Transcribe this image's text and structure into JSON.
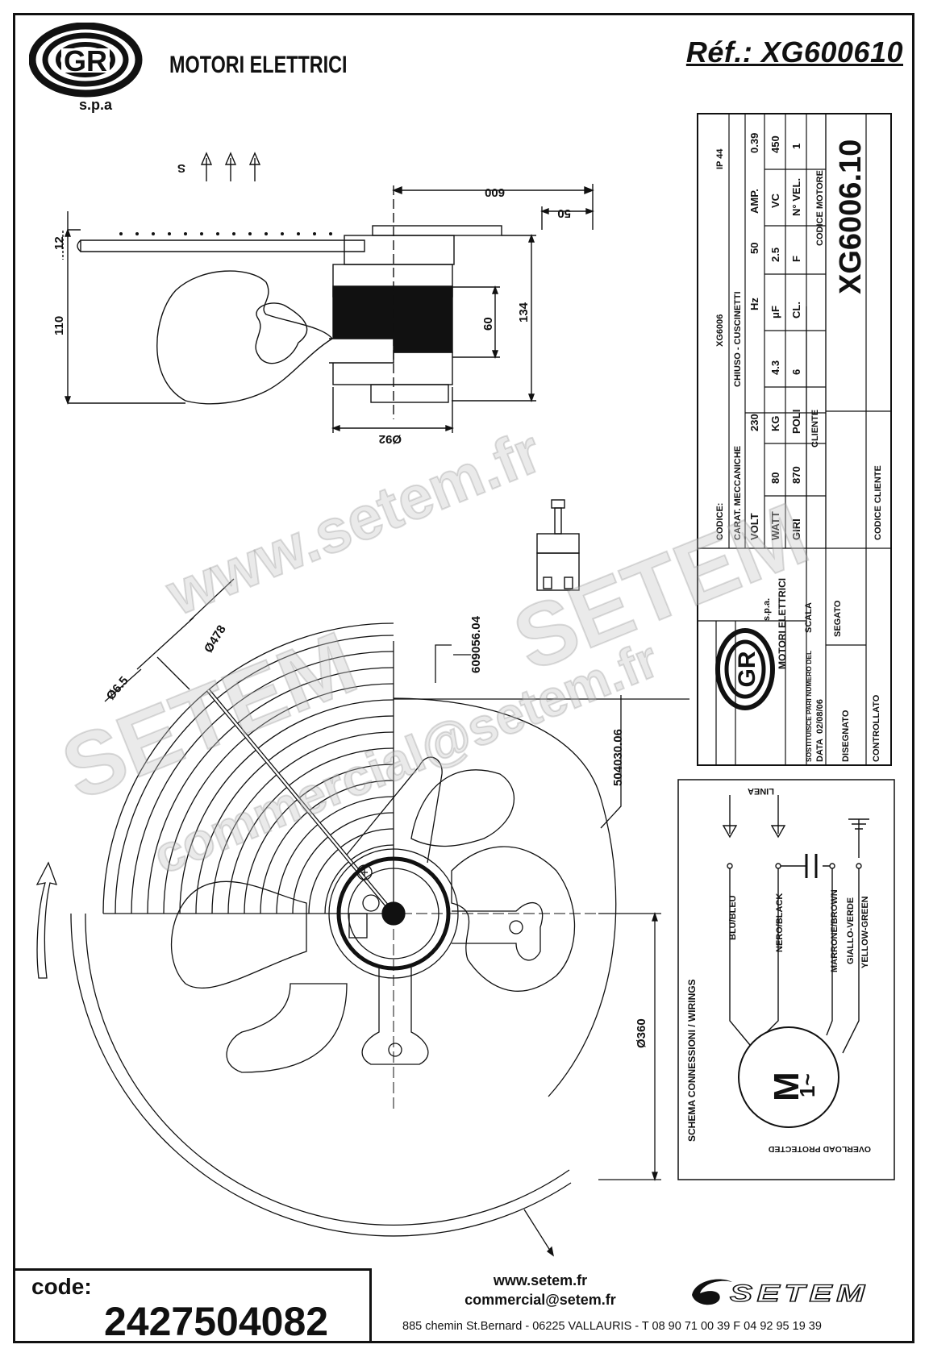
{
  "header": {
    "brand_name": "MOTORI ELETTRICI",
    "brand_suffix": "s.p.a",
    "logo_letters": "GR",
    "reference": "Réf.: XG600610"
  },
  "side_view": {
    "airflow_label": "S",
    "dim_600": "600",
    "dim_50": "50",
    "dim_12": "12",
    "dim_110": "110",
    "dim_60": "60",
    "dim_134": "134",
    "dim_92": "Ø92"
  },
  "front_view": {
    "dim_478": "Ø478",
    "dim_6_5": "Ø6.5",
    "grille_code": "609056.04",
    "blade_code": "504030.06",
    "dim_360": "Ø360"
  },
  "spec_table": {
    "codice_label": "CODICE:",
    "codice_value": "XG6006",
    "carat_label": "CARAT. MECCANICHE",
    "carat_value": "CHIUSO - CUSCINETTI",
    "ip": "IP 44",
    "rows": [
      {
        "c1": "VOLT",
        "v1": "230",
        "c2": "Hz",
        "v2": "50",
        "c3": "AMP.",
        "v3": "0.39"
      },
      {
        "c1": "WATT",
        "v1": "80",
        "c2": "KG",
        "v2": "4.3",
        "c3": "μF",
        "v3": "2.5",
        "c4": "VC",
        "v4": "450"
      },
      {
        "c1": "GIRI",
        "v1": "870",
        "c2": "POLI",
        "v2": "6",
        "c3": "CL.",
        "v3": "F",
        "c4": "N° VEL.",
        "v4": "1"
      }
    ],
    "cliente_label": "CLIENTE",
    "codice_motore_label": "CODICE MOTORE",
    "codice_motore_value": "XG6006.10",
    "codice_cliente_label": "CODICE CLIENTE",
    "logo_brand": "MOTORI ELETTRICI",
    "logo_spa": "s.p.a.",
    "sostituisce_label": "SOSTITUISCE PARI NUMERO DEL",
    "scala_label": "SCALA",
    "data_label": "DATA",
    "data_value": "02/08/06",
    "disegnato_label": "DISEGNATO",
    "disegnato_value": "SEGATO",
    "controllato_label": "CONTROLLATO"
  },
  "wiring": {
    "title": "SCHEMA CONNESSIONI / WIRINGS",
    "linea": "LINEA",
    "wire1": "BLU/BLEU",
    "wire2": "NERO/BLACK",
    "wire3": "MARRONE/BROWN",
    "wire4a": "GIALLO-VERDE",
    "wire4b": "YELLOW-GREEN",
    "motor_symbol": "M",
    "motor_phase": "1~",
    "overload": "OVERLOAD PROTECTED"
  },
  "footer": {
    "code_label": "code:",
    "code_value": "2427504082",
    "website": "www.setem.fr",
    "email": "commercial@setem.fr",
    "address": "885 chemin St.Bernard  -  06225 VALLAURIS  -  T 08 90 71 00 39   F 04 92 95 19 39",
    "setem_logo": "SETEM"
  },
  "watermarks": {
    "wm1": "www.setem.fr",
    "wm2": "SETEM",
    "wm3": "SETEM",
    "wm4": "commercial@setem.fr"
  }
}
